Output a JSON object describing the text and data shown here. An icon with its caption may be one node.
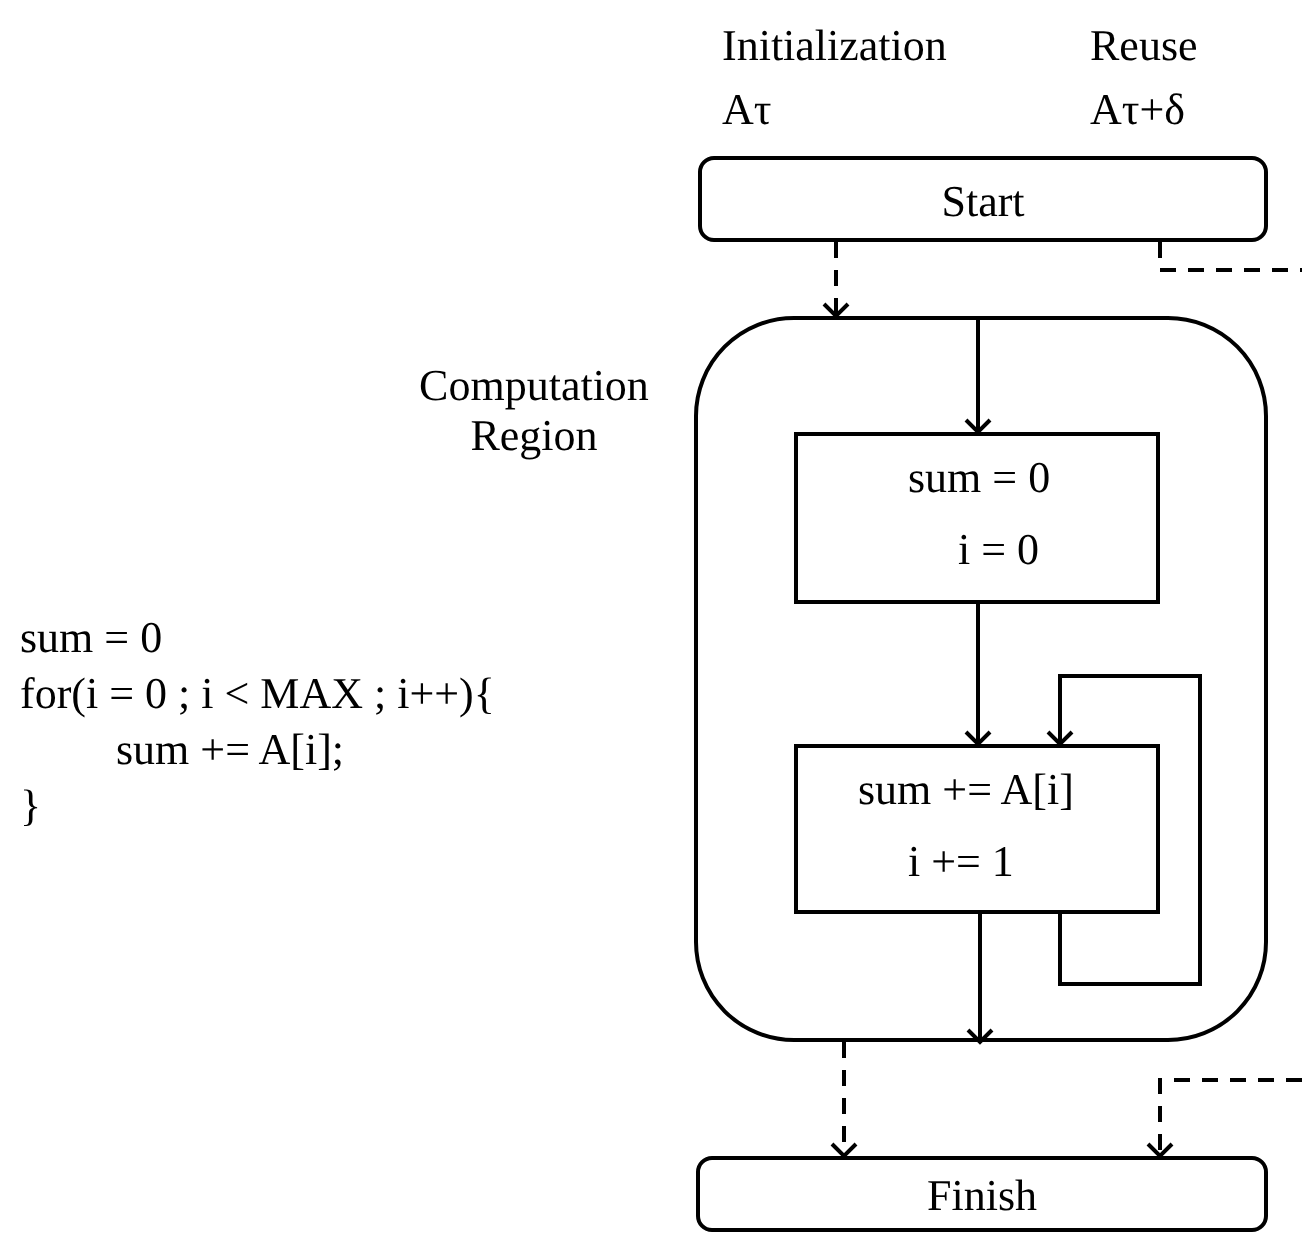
{
  "diagram": {
    "nodes": [
      {
        "text": [
          "Start"
        ]
      },
      {
        "text": [
          "Computation Region"
        ]
      },
      {
        "text": [
          "sum = 0",
          "i = 0"
        ],
        "in": 1
      },
      {
        "text": [
          "sum += A[i]",
          "i += 1"
        ],
        "in": 1
      },
      {
        "text": [
          "Finish"
        ]
      }
    ],
    "edges": [
      {
        "from": 0,
        "to": 1,
        "arrow": "to",
        "style": "dashed"
      },
      {
        "from": null,
        "to": 2,
        "arrow": "to"
      },
      {
        "from": 2,
        "to": 3,
        "arrow": "to"
      },
      {
        "from": 3,
        "to": 3,
        "arrow": "to"
      },
      {
        "from": 3,
        "to": null,
        "arrow": "to"
      },
      {
        "from": 1,
        "to": 4,
        "arrow": "to",
        "style": "dashed"
      },
      {
        "from": 0,
        "to": null,
        "arrow": "none",
        "style": "dashed"
      },
      {
        "from": null,
        "to": 4,
        "arrow": "to",
        "style": "dashed"
      }
    ],
    "labels": [
      "Initialization",
      "Reuse",
      "Aτ",
      "Aτ+δ",
      "sum = 0",
      "for(i = 0 ; i < MAX ; i++){",
      "sum += A[i];",
      "}"
    ]
  }
}
